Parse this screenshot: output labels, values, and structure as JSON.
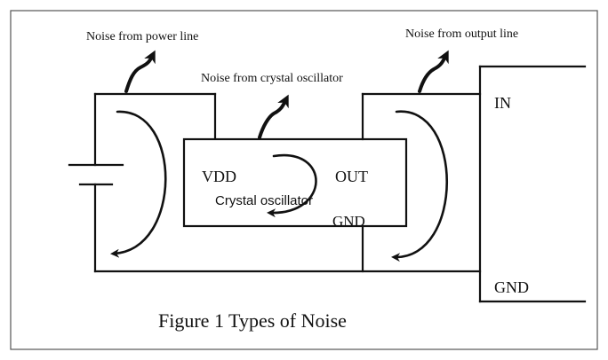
{
  "labels": {
    "noise_power": "Noise from power line",
    "noise_crystal": "Noise from crystal oscillator",
    "noise_output": "Noise from output line",
    "vdd": "VDD",
    "out": "OUT",
    "gnd_chip": "GND",
    "crystal": "Crystal oscillator",
    "in": "IN",
    "gnd_load": "GND",
    "caption": "Figure 1 Types of Noise"
  }
}
